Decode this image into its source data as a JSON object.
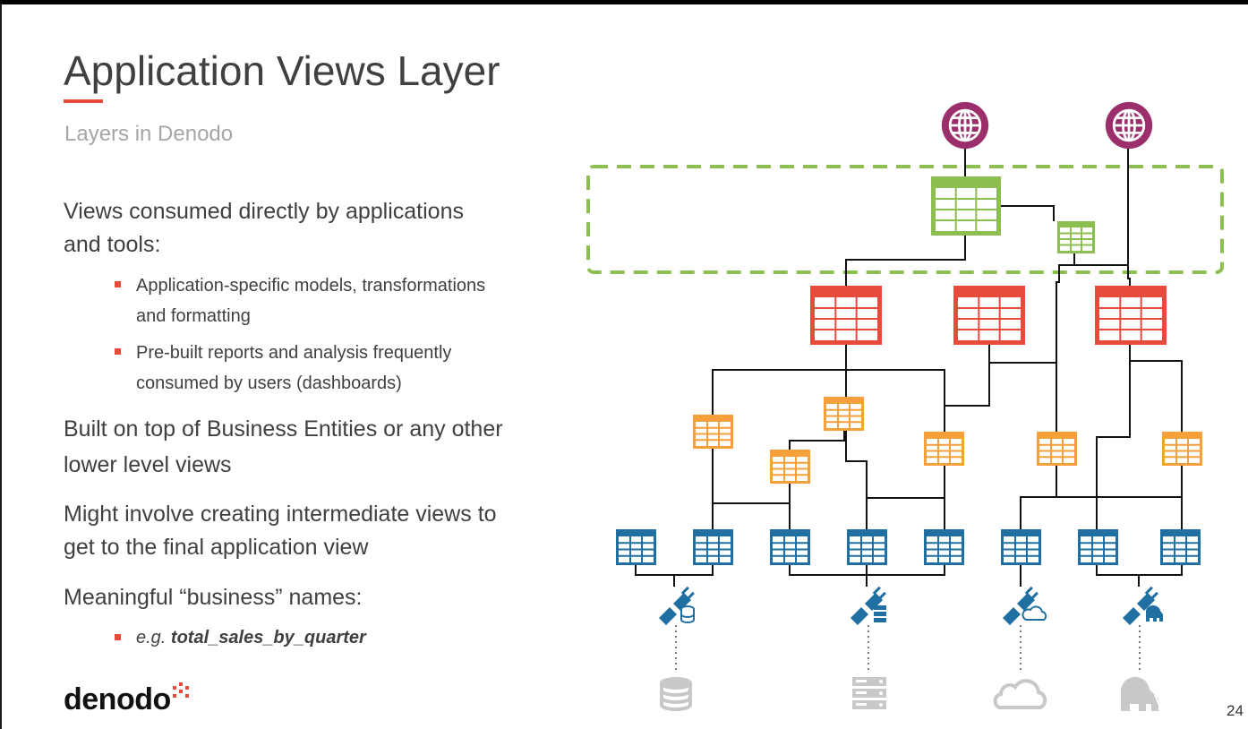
{
  "slide": {
    "title": "Application Views Layer",
    "subtitle": "Layers in Denodo",
    "page_number": "24",
    "brand_color": "#e64a3b"
  },
  "content": {
    "paragraph_1": [
      "Views consumed directly by applications",
      "and tools:"
    ],
    "bullets_1": [
      [
        "Application-specific models, transformations",
        "and formatting"
      ],
      [
        "Pre-built reports and analysis frequently",
        "consumed by users (dashboards)"
      ]
    ],
    "paragraph_2": [
      "Built on top of Business Entities or any other",
      "lower level views"
    ],
    "paragraph_3": [
      "Might involve creating intermediate views to",
      "get to the final application view"
    ],
    "paragraph_4": "Meaningful “business” names:",
    "example": {
      "prefix": "e.g.",
      "value": "total_sales_by_quarter"
    }
  },
  "logo": {
    "text": "denodo"
  },
  "diagram": {
    "colors": {
      "application": "#8cbf4f",
      "business": "#e64a3b",
      "intermediate": "#f5a03a",
      "base": "#1f6fa3",
      "consumer": "#9b2f6b",
      "source": "#c8c8c8",
      "highlight_border": "#8cbf4f"
    },
    "icons": {
      "consumers": [
        "globe-icon",
        "globe-icon"
      ],
      "connectors": [
        "plug-database-icon",
        "plug-server-icon",
        "plug-cloud-icon",
        "plug-hadoop-icon"
      ],
      "sources": [
        "database-icon",
        "server-icon",
        "cloud-icon",
        "hadoop-elephant-icon"
      ]
    }
  }
}
